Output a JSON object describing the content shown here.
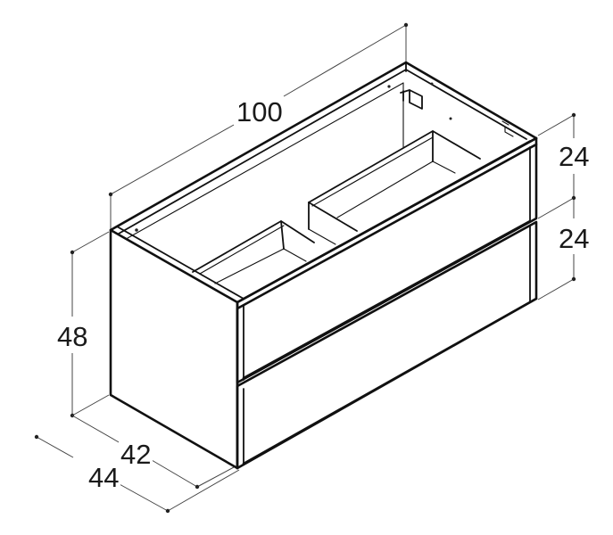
{
  "diagram": {
    "subject": "Two-drawer wall-hung vanity cabinet, isometric technical drawing",
    "unit": "cm",
    "colors": {
      "line": "#111111",
      "dimension_line": "#444444",
      "background": "#ffffff"
    },
    "dimensions": {
      "width": "100",
      "height": "48",
      "depth_inner": "42",
      "depth_outer": "44",
      "drawer_top_height": "24",
      "drawer_bottom_height": "24"
    },
    "components": [
      "cabinet-carcass",
      "top-drawer-front",
      "bottom-drawer-front",
      "left-drawer-tray",
      "right-drawer-tray",
      "wall-hanging-bracket"
    ]
  }
}
